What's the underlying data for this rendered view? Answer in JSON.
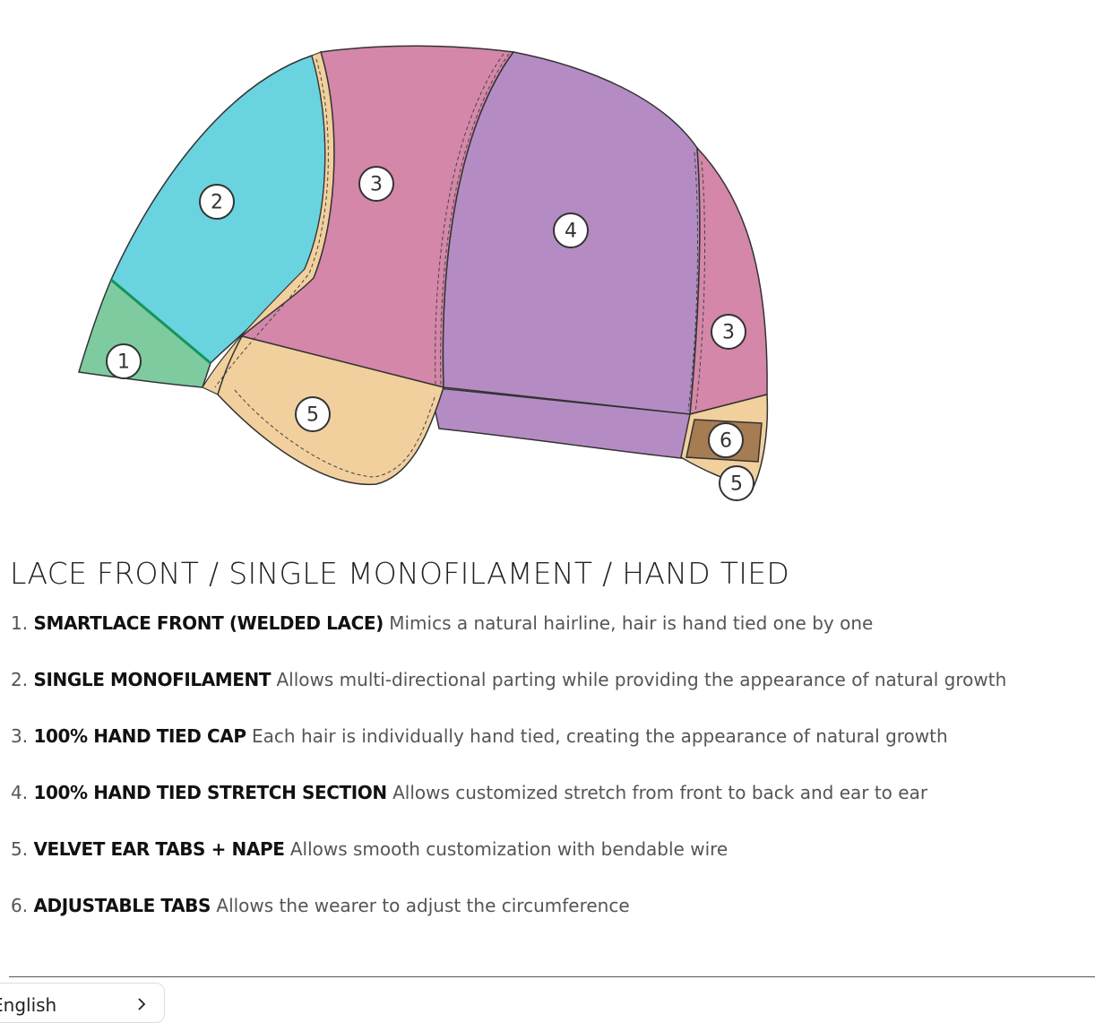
{
  "diagram": {
    "callouts": {
      "c1": "1",
      "c2": "2",
      "c3a": "3",
      "c3b": "3",
      "c4": "4",
      "c5a": "5",
      "c5b": "5",
      "c6": "6"
    },
    "colors": {
      "lace_front": "#7ecba0",
      "monofilament": "#6ad3e0",
      "hand_tied": "#d487a8",
      "stretch": "#b48cc3",
      "ear_tabs": "#f1d09e",
      "adjustable_tab": "#a67c52",
      "outline": "#333333"
    }
  },
  "section": {
    "title": "LACE FRONT / SINGLE MONOFILAMENT / HAND TIED"
  },
  "features": [
    {
      "num": "1.",
      "name": "SMARTLACE FRONT (WELDED LACE)",
      "desc": "Mimics a natural hairline, hair is hand tied one by one"
    },
    {
      "num": "2.",
      "name": "SINGLE MONOFILAMENT",
      "desc": "Allows multi-directional parting while providing the appearance of natural growth"
    },
    {
      "num": "3.",
      "name": "100% HAND TIED CAP",
      "desc": "Each hair is individually hand tied, creating the appearance of natural growth"
    },
    {
      "num": "4.",
      "name": "100% HAND TIED STRETCH SECTION",
      "desc": "Allows customized stretch from front to back and ear to ear"
    },
    {
      "num": "5.",
      "name": "VELVET EAR TABS + NAPE",
      "desc": "Allows smooth customization with bendable wire"
    },
    {
      "num": "6.",
      "name": "ADJUSTABLE TABS",
      "desc": "Allows the wearer to adjust the circumference"
    }
  ],
  "footer": {
    "language_label": "English",
    "chevron_icon": "chevron-right-icon"
  }
}
